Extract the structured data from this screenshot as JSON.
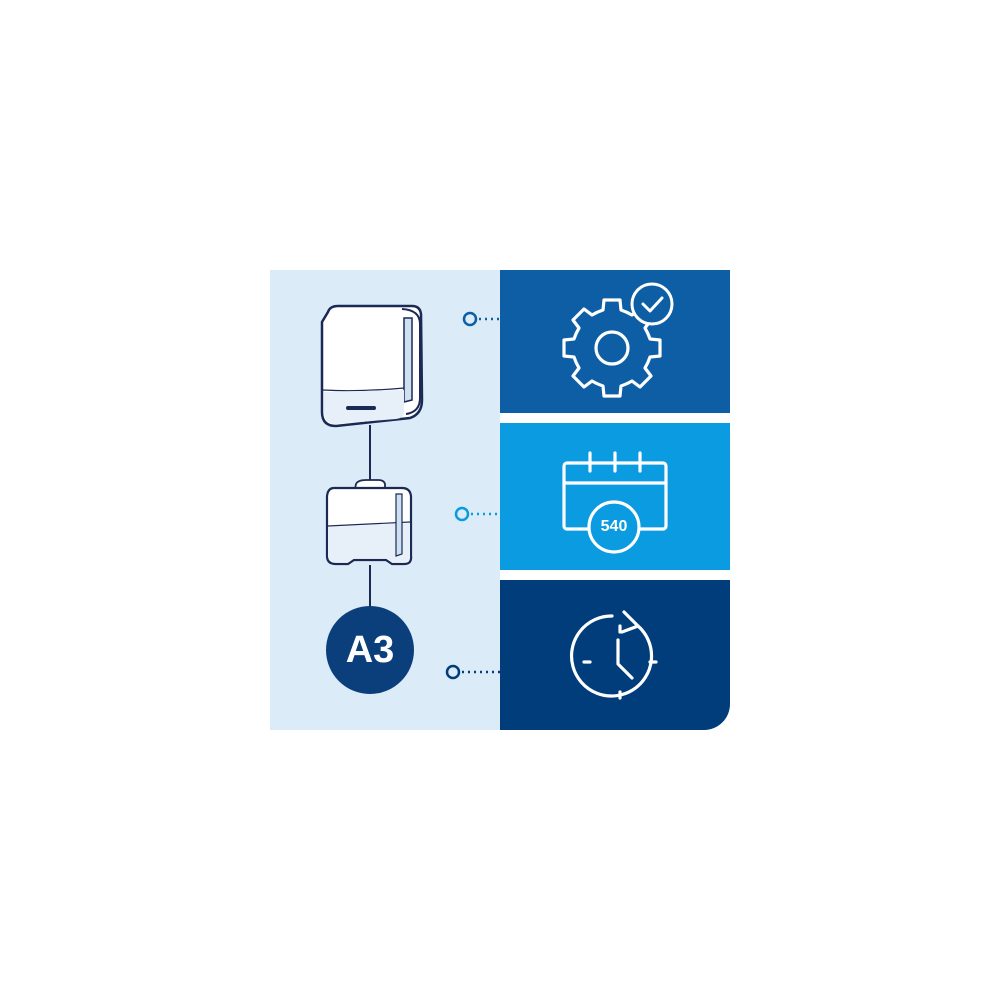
{
  "colors": {
    "background": "#ffffff",
    "left_panel": "#dcebf8",
    "tile_gear": "#0d5ea5",
    "tile_calendar": "#0b9be0",
    "tile_clock": "#003d7a",
    "connector": "#0d5ea5",
    "badge": "#0a3f7c",
    "icon_stroke": "#ffffff"
  },
  "steps": [
    {
      "device": "paper-towel-dispenser",
      "icon": "gear-check-icon"
    },
    {
      "device": "towel-refill-pack",
      "icon": "calendar-icon",
      "badge_text": "540"
    },
    {
      "device": "a3-badge",
      "badge_text": "A3",
      "icon": "clock-refresh-icon"
    }
  ]
}
